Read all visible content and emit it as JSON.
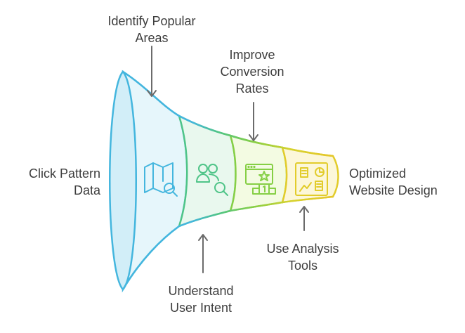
{
  "diagram": {
    "input_label": [
      "Click Pattern",
      "Data"
    ],
    "output_label": [
      "Optimized",
      "Website Design"
    ],
    "stages": [
      {
        "name": "stage-map-search",
        "icon": "map-search-icon",
        "annotation": [
          "Identify Popular",
          "Areas"
        ],
        "annotation_side": "top",
        "color": "#4db8d8"
      },
      {
        "name": "stage-users-search",
        "icon": "users-search-icon",
        "annotation": [
          "Understand",
          "User Intent"
        ],
        "annotation_side": "bottom",
        "color": "#52c68a"
      },
      {
        "name": "stage-ranking",
        "icon": "browser-ranking-icon",
        "annotation": [
          "Improve",
          "Conversion",
          "Rates"
        ],
        "annotation_side": "top",
        "color": "#8fd142"
      },
      {
        "name": "stage-analytics",
        "icon": "analytics-dashboard-icon",
        "annotation": [
          "Use Analysis",
          "Tools"
        ],
        "annotation_side": "bottom",
        "color": "#e2cc2b"
      }
    ]
  }
}
